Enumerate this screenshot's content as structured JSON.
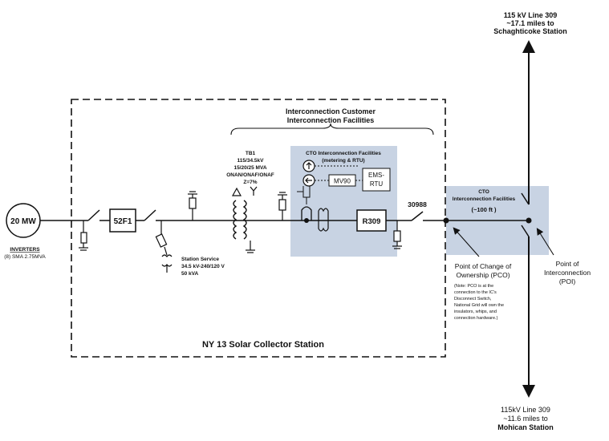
{
  "colors": {
    "line": "#111111",
    "shade": "#c8d3e3",
    "background": "#ffffff"
  },
  "top_line": {
    "line1": "115 kV Line 309",
    "line2": "~17.1 miles to",
    "line3": "Schaghticoke Station"
  },
  "bottom_line": {
    "line1": "115kV Line 309",
    "line2": "~11.6 miles to",
    "line3": "Mohican Station"
  },
  "generator": {
    "label": "20 MW",
    "inverters_title": "INVERTERS",
    "inverters_detail": "(8) SMA 2.75MVA"
  },
  "breaker": {
    "label": "52F1"
  },
  "transformer": {
    "id": "TB1",
    "rating": "115/34.5kV",
    "mva": "15/20/25 MVA",
    "cooling": "ONAN/ONAF/ONAF",
    "impedance": "Z=7%"
  },
  "station_service": {
    "title": "Station Service",
    "voltage": "34.5 kV-240/120 V",
    "kva": "50 kVA"
  },
  "customer_facilities": {
    "line1": "Interconnection Customer",
    "line2": "Interconnection  Facilities"
  },
  "cto_metering": {
    "line1": "CTO  Interconnection Facilities",
    "line2": "(metering & RTU)",
    "meter": "MV90",
    "rtu_line1": "EMS-",
    "rtu_line2": "RTU"
  },
  "relay": {
    "label": "R309"
  },
  "switch": {
    "label": "30988"
  },
  "cto_right": {
    "line1": "CTO",
    "line2": "Interconnection  Facilities",
    "distance": "(~100 ft )"
  },
  "pco": {
    "line1": "Point of Change of",
    "line2": "Ownership (PCO)",
    "notes": [
      "(Note: PCO is at the",
      "connection to the IC's",
      "Disconnect Switch,",
      "National Grid will own the",
      "insulators, whips, and",
      "connection hardware.)"
    ]
  },
  "poi": {
    "line1": "Point of",
    "line2": "Interconnection",
    "line3": "(POI)"
  },
  "station": {
    "label": "NY 13 Solar Collector Station"
  }
}
